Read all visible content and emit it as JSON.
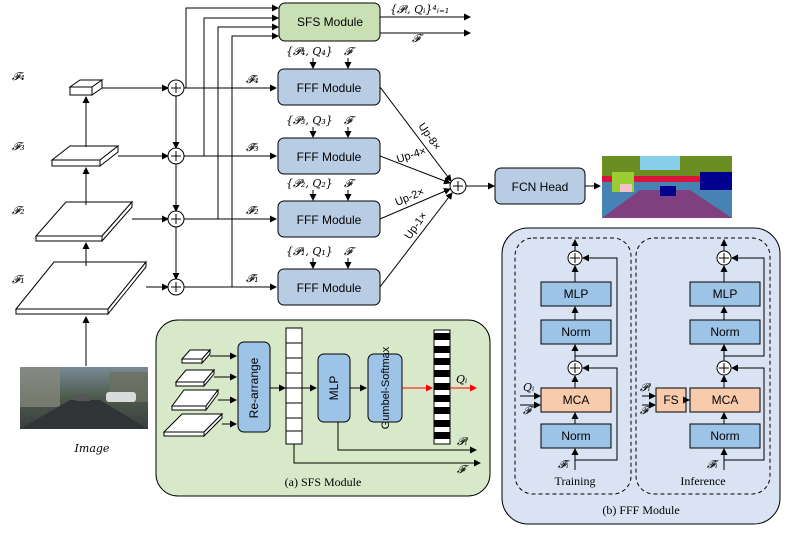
{
  "feature_labels": [
    "𝓕₄",
    "𝓕₃",
    "𝓕₂",
    "𝓕₁"
  ],
  "hat_labels": [
    "𝓕̂₄",
    "𝓕̂₃",
    "𝓕̂₂",
    "𝓕̂₁"
  ],
  "pq_labels": [
    "{𝓟₄, Q₄}",
    "{𝓟₃, Q₃}",
    "{𝓟₂, Q₂}",
    "{𝓟₁, Q₁}"
  ],
  "f_symbol": "𝓕",
  "sfs_module_label": "SFS Module",
  "sfs_output_label": "{𝓟ᵢ, Qᵢ}⁴ᵢ₌₁",
  "fff_module_label": "FFF Module",
  "up_labels": [
    "Up-8×",
    "Up-4×",
    "Up-2×",
    "Up-1×"
  ],
  "fcn_head_label": "FCN Head",
  "image_label": "Image",
  "sfs_detail": {
    "rearrange": "Re-arrange",
    "mlp": "MLP",
    "gumbel": "Gumbel-Softmax",
    "q_out": "Qᵢ",
    "p_out": "𝓟ᵢ",
    "f_out": "𝓕",
    "caption": "(a)  SFS Module"
  },
  "fff_detail": {
    "training": "Training",
    "inference": "Inference",
    "mlp": "MLP",
    "norm": "Norm",
    "mca": "MCA",
    "fs": "FS",
    "qi": "Qᵢ",
    "pi": "𝓟ᵢ",
    "f": "𝓕",
    "fhat": "𝓕̂ᵢ",
    "caption": "(b)  FFF Module"
  },
  "colors": {
    "sfs_green": "#c8e0b4",
    "fff_blue": "#b8cce4",
    "panel_green": "#d8e9c9",
    "panel_blue": "#dae3f3",
    "mca_orange": "#f8cbad",
    "block_blue": "#9dc3e6",
    "red_arrow": "#ff0000"
  }
}
